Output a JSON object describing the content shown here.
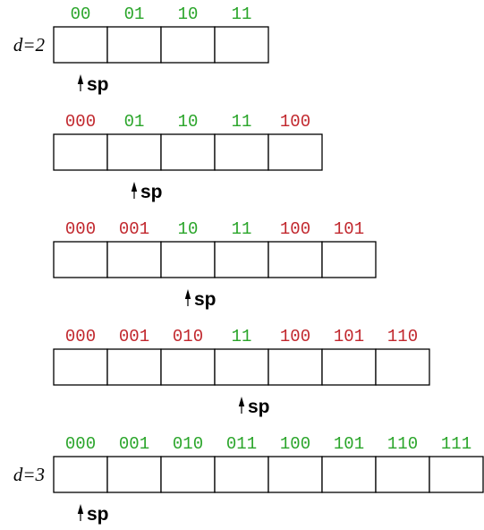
{
  "colors": {
    "original": "#2aa52a",
    "new": "#c1272d"
  },
  "rows": [
    {
      "depth_label": "d=2",
      "pointer_label": "sp",
      "sp_index": 0,
      "cells": [
        {
          "label": "00",
          "status": "original"
        },
        {
          "label": "01",
          "status": "original"
        },
        {
          "label": "10",
          "status": "original"
        },
        {
          "label": "11",
          "status": "original"
        }
      ]
    },
    {
      "depth_label": "",
      "pointer_label": "sp",
      "sp_index": 1,
      "cells": [
        {
          "label": "000",
          "status": "new"
        },
        {
          "label": "01",
          "status": "original"
        },
        {
          "label": "10",
          "status": "original"
        },
        {
          "label": "11",
          "status": "original"
        },
        {
          "label": "100",
          "status": "new"
        }
      ]
    },
    {
      "depth_label": "",
      "pointer_label": "sp",
      "sp_index": 2,
      "cells": [
        {
          "label": "000",
          "status": "new"
        },
        {
          "label": "001",
          "status": "new"
        },
        {
          "label": "10",
          "status": "original"
        },
        {
          "label": "11",
          "status": "original"
        },
        {
          "label": "100",
          "status": "new"
        },
        {
          "label": "101",
          "status": "new"
        }
      ]
    },
    {
      "depth_label": "",
      "pointer_label": "sp",
      "sp_index": 3,
      "cells": [
        {
          "label": "000",
          "status": "new"
        },
        {
          "label": "001",
          "status": "new"
        },
        {
          "label": "010",
          "status": "new"
        },
        {
          "label": "11",
          "status": "original"
        },
        {
          "label": "100",
          "status": "new"
        },
        {
          "label": "101",
          "status": "new"
        },
        {
          "label": "110",
          "status": "new"
        }
      ]
    },
    {
      "depth_label": "d=3",
      "pointer_label": "sp",
      "sp_index": 0,
      "cells": [
        {
          "label": "000",
          "status": "original"
        },
        {
          "label": "001",
          "status": "original"
        },
        {
          "label": "010",
          "status": "original"
        },
        {
          "label": "011",
          "status": "original"
        },
        {
          "label": "100",
          "status": "original"
        },
        {
          "label": "101",
          "status": "original"
        },
        {
          "label": "110",
          "status": "original"
        },
        {
          "label": "111",
          "status": "original"
        }
      ]
    }
  ]
}
